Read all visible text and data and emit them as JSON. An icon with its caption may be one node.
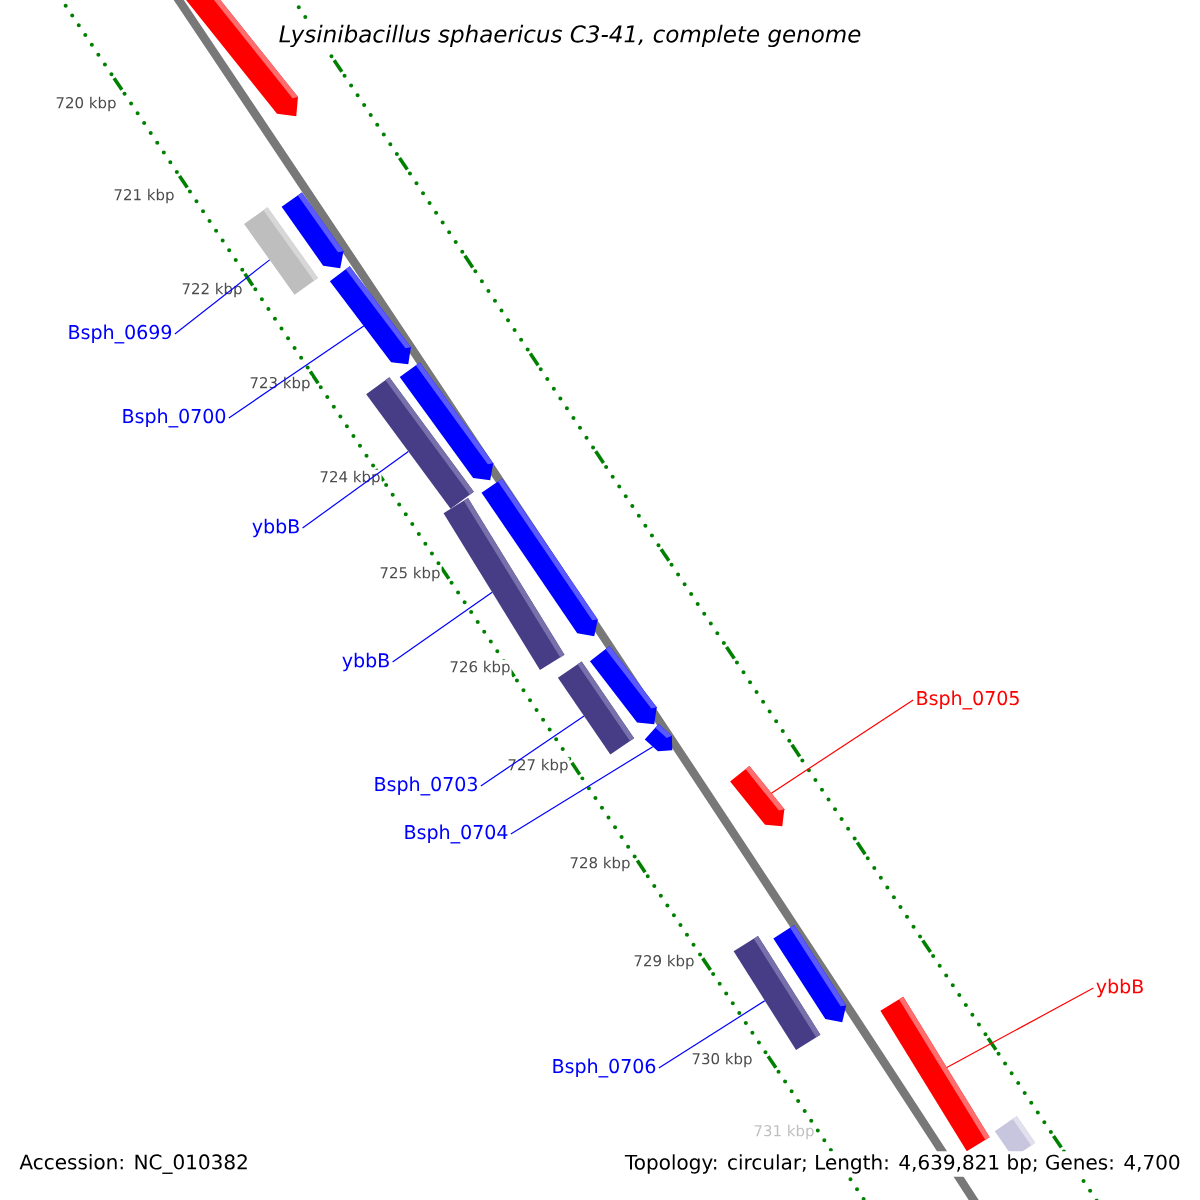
{
  "diagram": {
    "title": "*Lysinibacillus sphaericus* C3-41, complete genome",
    "nodes": [
      {
        "text": [
          "Bsph_0699"
        ]
      },
      {
        "text": [
          "Bsph_0700"
        ]
      },
      {
        "text": [
          "ybbB"
        ]
      },
      {
        "text": [
          "ybbB"
        ]
      },
      {
        "text": [
          "Bsph_0705"
        ]
      },
      {
        "text": [
          "Bsph_0703"
        ]
      },
      {
        "text": [
          "Bsph_0704"
        ]
      },
      {
        "text": [
          "ybbB"
        ]
      },
      {
        "text": [
          "Bsph_0706"
        ]
      },
      {
        "text": [],
        "shape": "bar"
      },
      {
        "text": [],
        "shape": "bar"
      },
      {
        "text": [],
        "shape": "bar"
      },
      {
        "text": [],
        "shape": "bar"
      },
      {
        "text": [],
        "shape": "bar"
      },
      {
        "text": [],
        "shape": "bar"
      },
      {
        "text": [],
        "shape": "bar"
      },
      {
        "text": [],
        "shape": "bar"
      },
      {
        "text": [],
        "shape": "bar"
      },
      {
        "text": [],
        "shape": "bar"
      },
      {
        "text": [],
        "shape": "bar"
      },
      {
        "text": [],
        "shape": "bar"
      },
      {
        "text": [],
        "shape": "bar"
      },
      {
        "text": [],
        "shape": "bar"
      },
      {
        "text": [],
        "shape": "bar"
      },
      {
        "text": [],
        "shape": "bar"
      }
    ],
    "edges": [
      {
        "from": 0,
        "to": 11,
        "arrow": "none"
      },
      {
        "from": 1,
        "to": 12,
        "arrow": "none"
      },
      {
        "from": 2,
        "to": 14,
        "arrow": "none"
      },
      {
        "from": 3,
        "to": 16,
        "arrow": "none"
      },
      {
        "from": 4,
        "to": 20,
        "arrow": "none",
        "color": "#ff0000"
      },
      {
        "from": 5,
        "to": 18,
        "arrow": "none"
      },
      {
        "from": 6,
        "to": 19,
        "arrow": "none"
      },
      {
        "from": 7,
        "to": 23,
        "arrow": "none",
        "color": "#ff0000"
      },
      {
        "from": 8,
        "to": 22,
        "arrow": "none"
      }
    ],
    "labels": [
      "720 kbp",
      "721 kbp",
      "722 kbp",
      "723 kbp",
      "724 kbp",
      "725 kbp",
      "726 kbp",
      "727 kbp",
      "728 kbp",
      "729 kbp",
      "730 kbp",
      "731 kbp",
      "Accession: NC_010382",
      "Topology: circular; Length: 4,639,821 bp; Genes: 4,700"
    ]
  }
}
